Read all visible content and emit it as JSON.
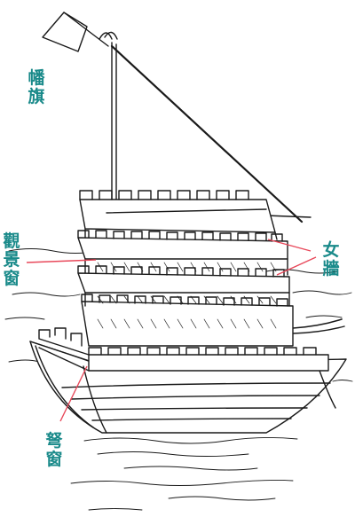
{
  "labels": {
    "flag": "幡旗",
    "observation_window": "觀景窗",
    "parapet": "女牆",
    "crossbow_window": "弩窗"
  },
  "colors": {
    "label": "#1a8a8a",
    "leader": "#e8485a",
    "ink": "#1a1a1a"
  }
}
